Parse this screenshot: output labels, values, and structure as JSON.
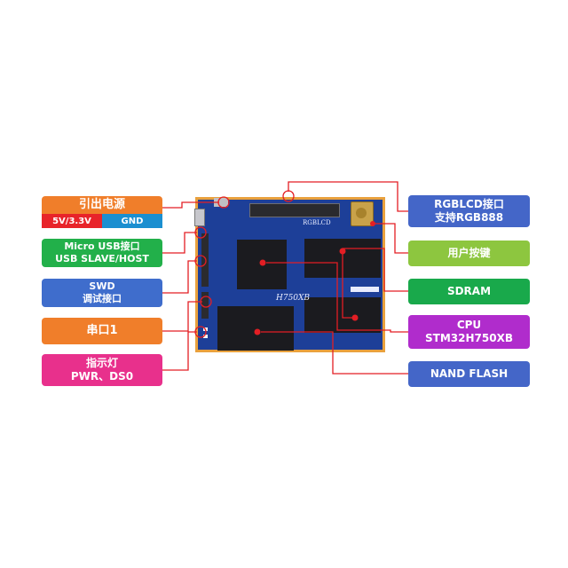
{
  "labels": {
    "power_title": "引出电源",
    "power_5v": "5V/3.3V",
    "power_gnd": "GND",
    "usb_line1": "Micro USB接口",
    "usb_line2": "USB SLAVE/HOST",
    "swd_line1": "SWD",
    "swd_line2": "调试接口",
    "uart": "串口1",
    "led_line1": "指示灯",
    "led_line2": "PWR、DS0",
    "rgblcd_line1": "RGBLCD接口",
    "rgblcd_line2": "支持RGB888",
    "user_key": "用户按键",
    "sdram": "SDRAM",
    "cpu_line1": "CPU",
    "cpu_line2": "STM32H750XB",
    "nand": "NAND FLASH"
  },
  "board": {
    "silk_model": "H750XB",
    "silk_rgblcd": "RGBLCD"
  },
  "colors": {
    "power": "#f07e2a",
    "power_5v": "#e8242a",
    "power_gnd": "#1b8fd0",
    "usb": "#22b04a",
    "swd": "#3f6dcc",
    "uart": "#f07e2a",
    "led": "#e8308c",
    "rgblcd": "#4466c8",
    "user_key": "#8dc63f",
    "sdram": "#19a94b",
    "cpu": "#b02ccc",
    "nand": "#4466c8",
    "pcb": "#1d3f98",
    "pcb_border": "#e9a13d",
    "leader": "#e31e24"
  }
}
